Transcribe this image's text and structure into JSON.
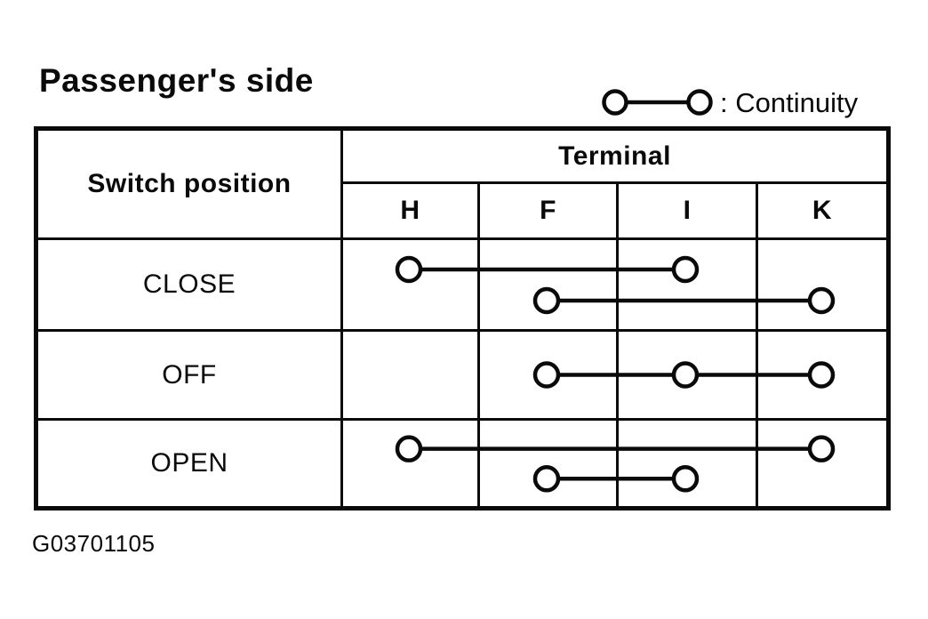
{
  "title": "Passenger's side",
  "legend": {
    "symbol": "circle-line-circle",
    "label": ": Continuity"
  },
  "caption": "G03701105",
  "table": {
    "corner_header": "Switch position",
    "terminal_header": "Terminal",
    "terminal_columns": [
      "H",
      "F",
      "I",
      "K"
    ],
    "rows": [
      {
        "label": "CLOSE",
        "connections": [
          [
            "H",
            "I"
          ],
          [
            "F",
            "K"
          ]
        ]
      },
      {
        "label": "OFF",
        "connections": [
          [
            "F",
            "I",
            "K"
          ]
        ]
      },
      {
        "label": "OPEN",
        "connections": [
          [
            "H",
            "K"
          ],
          [
            "F",
            "I"
          ]
        ]
      }
    ]
  },
  "colors": {
    "ink": "#0a0a0a",
    "background": "#ffffff"
  }
}
